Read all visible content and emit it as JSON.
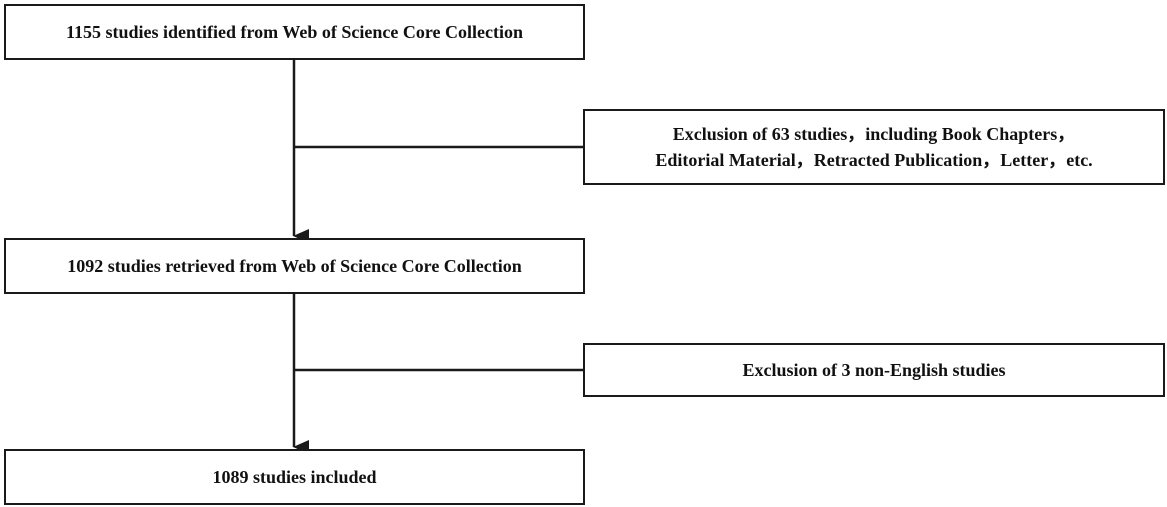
{
  "boxes": {
    "identified": "1155 studies identified from Web of Science Core Collection",
    "exclusion_1": {
      "line1": "Exclusion of 63 studies，including Book Chapters，",
      "line2": "Editorial Material，Retracted Publication，Letter，etc."
    },
    "retrieved": "1092 studies retrieved from Web of Science Core Collection",
    "exclusion_2": "Exclusion of 3 non-English studies",
    "included": "1089 studies included"
  },
  "colors": {
    "stroke": "#1a1a1a",
    "background": "#ffffff",
    "text": "#111111"
  }
}
